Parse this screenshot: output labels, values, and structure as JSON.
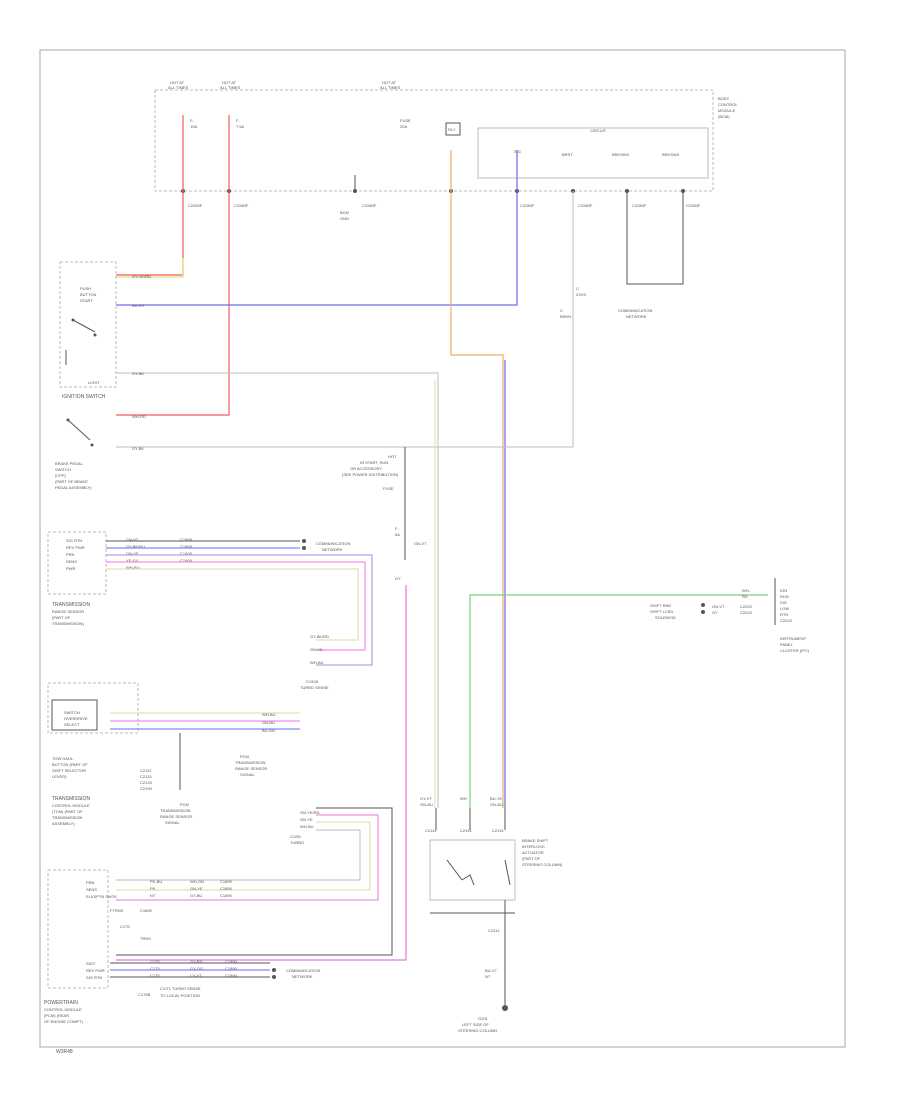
{
  "diagram": {
    "footer_code": "W3R48",
    "wire_colors": {
      "red": "#f05a5a",
      "yellow": "#e6e07a",
      "blue": "#6a6af0",
      "orange": "#f0b060",
      "green": "#7ad07a",
      "pink": "#f070e0",
      "purple": "#b080f0",
      "gray": "#bdbdbd",
      "tan": "#e0d8a0"
    },
    "components": {
      "bcm": {
        "label": "BODY CONTROL MODULE (BCM)"
      },
      "ignition_switch": {
        "label": "IGNITION SWITCH"
      },
      "brake_pedal_switch": {
        "label": "BRAKE PEDAL SWITCH (CPP) (PART OF BRAKE PEDAL ASSEMBLY)"
      },
      "transmission_range_sensor": {
        "label": "TRANSMISSION RANGE SENSOR (PART OF TRANSMISSION)"
      },
      "tcm": {
        "label": "TRANSMISSION CONTROL MODULE (TCM)"
      },
      "pcm": {
        "label": "POWERTRAIN CONTROL MODULE (PCM)"
      },
      "ipc": {
        "label": "INSTRUMENT PANEL CLUSTER (IPC)"
      },
      "shift_lock_solenoid": {
        "label": "BRAKE SHIFT INTERLOCK ACTUATOR (STEERING COLUMN)"
      },
      "ground": {
        "label": "G201 LEFT SIDE OF STEERING COLUMN"
      },
      "can_network": {
        "label": "COMMUNICATION NETWORK"
      }
    }
  }
}
